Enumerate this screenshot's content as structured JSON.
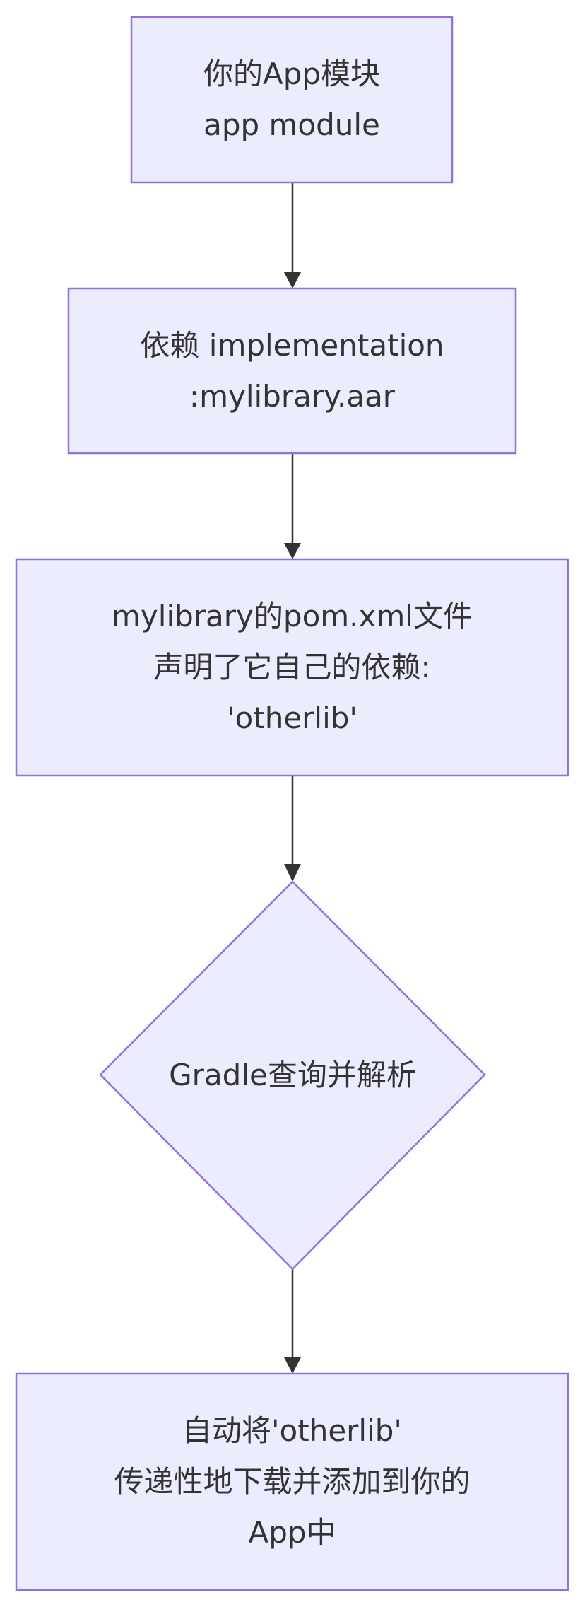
{
  "diagram": {
    "nodes": {
      "app_module": {
        "line1": "你的App模块",
        "line2": "app module"
      },
      "dependency": {
        "line1": "依赖 implementation",
        "line2": ":mylibrary.aar"
      },
      "pom": {
        "line1": "mylibrary的pom.xml文件",
        "line2": "声明了它自己的依赖:",
        "line3": "'otherlib'"
      },
      "gradle": {
        "line1": "Gradle查询并解析"
      },
      "result": {
        "line1": "自动将'otherlib'",
        "line2": "传递性地下载并添加到你的",
        "line3": "App中"
      }
    },
    "colors": {
      "node_fill": "#ececff",
      "node_stroke": "#9370db",
      "edge": "#333333",
      "text": "#333333"
    }
  }
}
